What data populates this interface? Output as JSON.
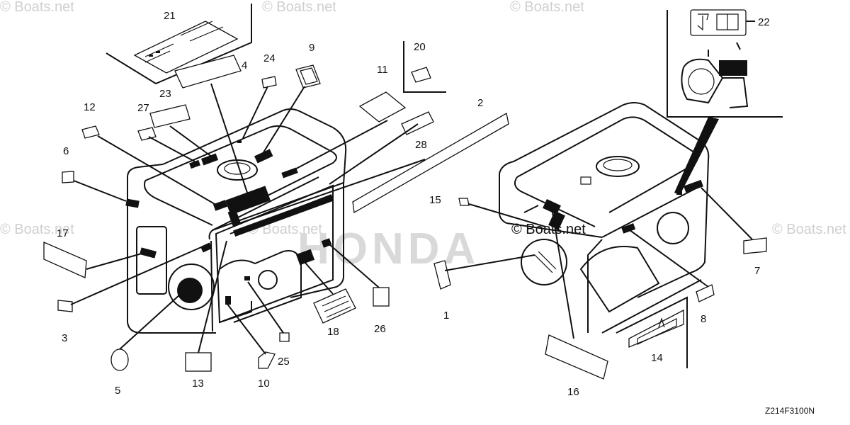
{
  "diagram_code": "Z214F3100N",
  "watermark": "© Boats.net",
  "brand_text": "HONDA",
  "callouts": [
    "1",
    "2",
    "3",
    "4",
    "5",
    "6",
    "7",
    "8",
    "9",
    "10",
    "11",
    "12",
    "13",
    "14",
    "15",
    "16",
    "17",
    "18",
    "20",
    "21",
    "22",
    "23",
    "24",
    "25",
    "26",
    "27",
    "28"
  ],
  "icons": [
    "manual-book-icon",
    "fuel-valve-icon",
    "hazard-hand-icon"
  ]
}
